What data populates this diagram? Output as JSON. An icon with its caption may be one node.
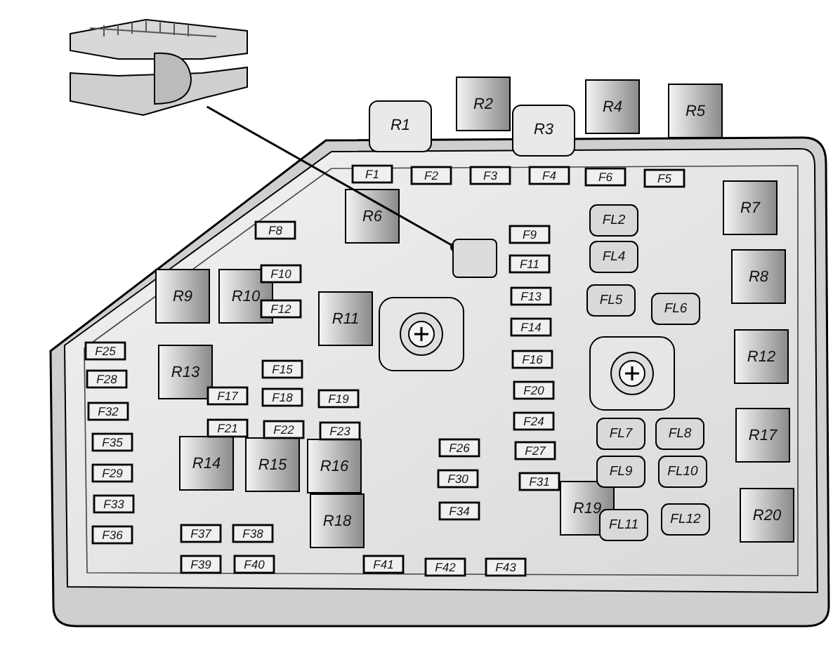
{
  "diagram": {
    "nodes": [
      {
        "text": [],
        "shape": "picture"
      },
      {
        "text": [],
        "shape": "box"
      }
    ],
    "edges": [
      {
        "from": 0,
        "to": 1,
        "arrow": "other"
      }
    ],
    "labels": [
      "R2",
      "R4",
      "R5",
      "R1",
      "R3",
      "F1",
      "F2",
      "F3",
      "F4",
      "F6",
      "F5",
      "R7",
      "R6",
      "F8",
      "F9",
      "FL2",
      "FL4",
      "F11",
      "F10",
      "R9",
      "R10",
      "R8",
      "F12",
      "F13",
      "FL5",
      "FL6",
      "R11",
      "F14",
      "F25",
      "R13",
      "F16",
      "R12",
      "F15",
      "F28",
      "F20",
      "F17",
      "F18",
      "F19",
      "F32",
      "F24",
      "F21",
      "F22",
      "F23",
      "R17",
      "F35",
      "F26",
      "F27",
      "FL7",
      "FL8",
      "R14",
      "R15",
      "R16",
      "F29",
      "F30",
      "FL9",
      "FL10",
      "F31",
      "F33",
      "R18",
      "F34",
      "R19",
      "FL11",
      "FL12",
      "R20",
      "F36",
      "F37",
      "F38",
      "F39",
      "F40",
      "F41",
      "F42",
      "F43"
    ]
  }
}
